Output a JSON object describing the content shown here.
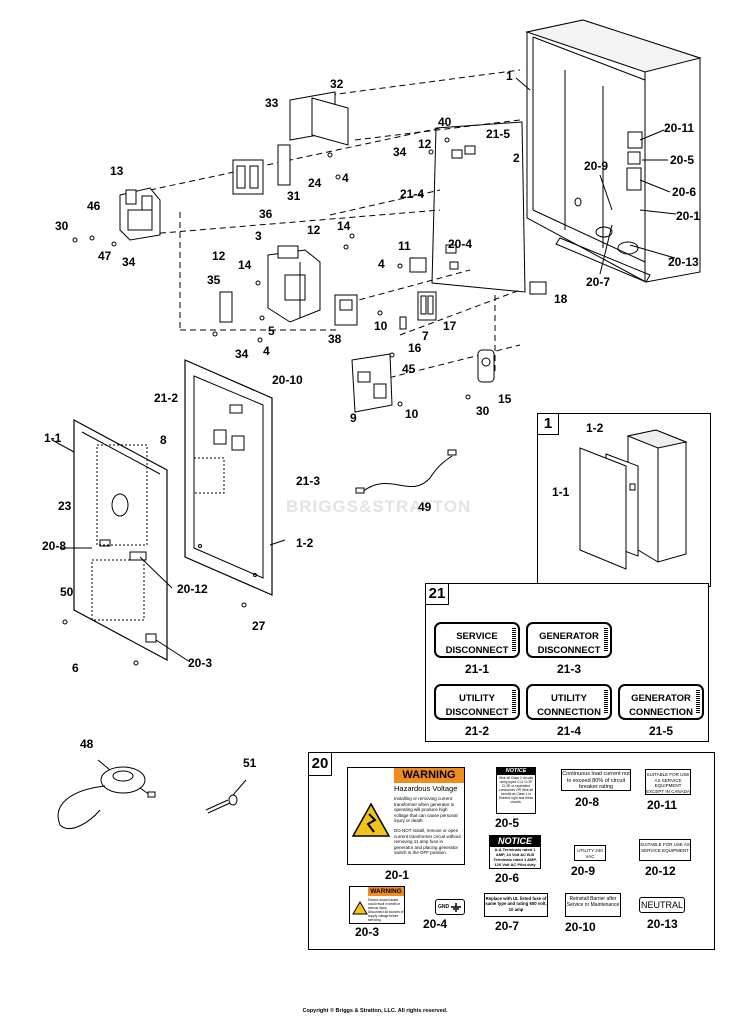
{
  "diagram": {
    "callouts": [
      "1",
      "20-11",
      "20-5",
      "20-6",
      "20-1",
      "20-13",
      "20-9",
      "20-7",
      "40",
      "21-5",
      "2",
      "12",
      "34",
      "4",
      "21-4",
      "32",
      "33",
      "24",
      "31",
      "36",
      "13",
      "46",
      "30",
      "47",
      "34",
      "3",
      "12",
      "14",
      "11",
      "4",
      "20-4",
      "18",
      "12",
      "14",
      "35",
      "5",
      "4",
      "34",
      "10",
      "7",
      "17",
      "38",
      "16",
      "45",
      "9",
      "10",
      "30",
      "15",
      "20-10",
      "21-2",
      "8",
      "21-3",
      "1-1",
      "23",
      "49",
      "20-8",
      "1-2",
      "20-12",
      "50",
      "27",
      "20-3",
      "6",
      "48",
      "51"
    ],
    "watermark": "BRIGGS&STRATTON"
  },
  "inset1": {
    "tag": "1",
    "callouts": [
      "1-2",
      "1-1"
    ]
  },
  "inset21": {
    "tag": "21",
    "labels": [
      {
        "l1": "SERVICE",
        "l2": "DISCONNECT",
        "num": "21-1"
      },
      {
        "l1": "GENERATOR",
        "l2": "DISCONNECT",
        "num": "21-3"
      },
      {
        "l1": "UTILITY",
        "l2": "DISCONNECT",
        "num": "21-2"
      },
      {
        "l1": "UTILITY",
        "l2": "CONNECTION",
        "num": "21-4"
      },
      {
        "l1": "GENERATOR",
        "l2": "CONNECTION",
        "num": "21-5"
      }
    ]
  },
  "inset20": {
    "tag": "20",
    "decals": {
      "d1_head": "WARNING",
      "d1_sub": "Hazardous Voltage",
      "d1_body1": "Installing or removing current transformer when generator is operating will produce high voltage that can cause personal injury or death.",
      "d1_body2": "DO NOT install, remove or open current transformer circuit without removing 11 amp fuse in generator and placing generator switch in the OFF position.",
      "d5_head": "NOTICE",
      "d5_body": "Wire all Class 2 circuits using types CL3 CL3P CL3R or equivalent conductors OR Wire all circuits as Class 1 in Divided Light and these circuits.",
      "d8": "Continuous load current not to exceed 80% of circuit breaker rating",
      "d11": "SUITABLE FOR USE AS SERVICE EQUIPMENT EXCEPT IN CANADA",
      "d6_head": "NOTICE",
      "d6_body": "A-A Terminals rated 1 AMP, 24 Volt AC B-B Terminals rated 1 AMP, 120 Volt AC Pilot duty",
      "d9": "UTILITY 240 VAC",
      "d12": "SUITABLE FOR USE AS SERVICE EQUIPMENT",
      "d3_head": "WARNING",
      "d3_body": "Electric shock hazard could result in death or serious injury. Disconnect all sources of supply voltage before servicing.",
      "d4": "GND",
      "d7": "Replace with UL listed fuse of same type and rating 600 volt, 10 amp",
      "d10": "Reinstall Barrier after Service or Maintenance",
      "d13": "NEUTRAL"
    },
    "nums": [
      "20-1",
      "20-5",
      "20-8",
      "20-11",
      "20-6",
      "20-9",
      "20-12",
      "20-3",
      "20-4",
      "20-7",
      "20-10",
      "20-13"
    ]
  },
  "copyright": "Copyright © Briggs & Stratton, LLC. All rights reserved."
}
